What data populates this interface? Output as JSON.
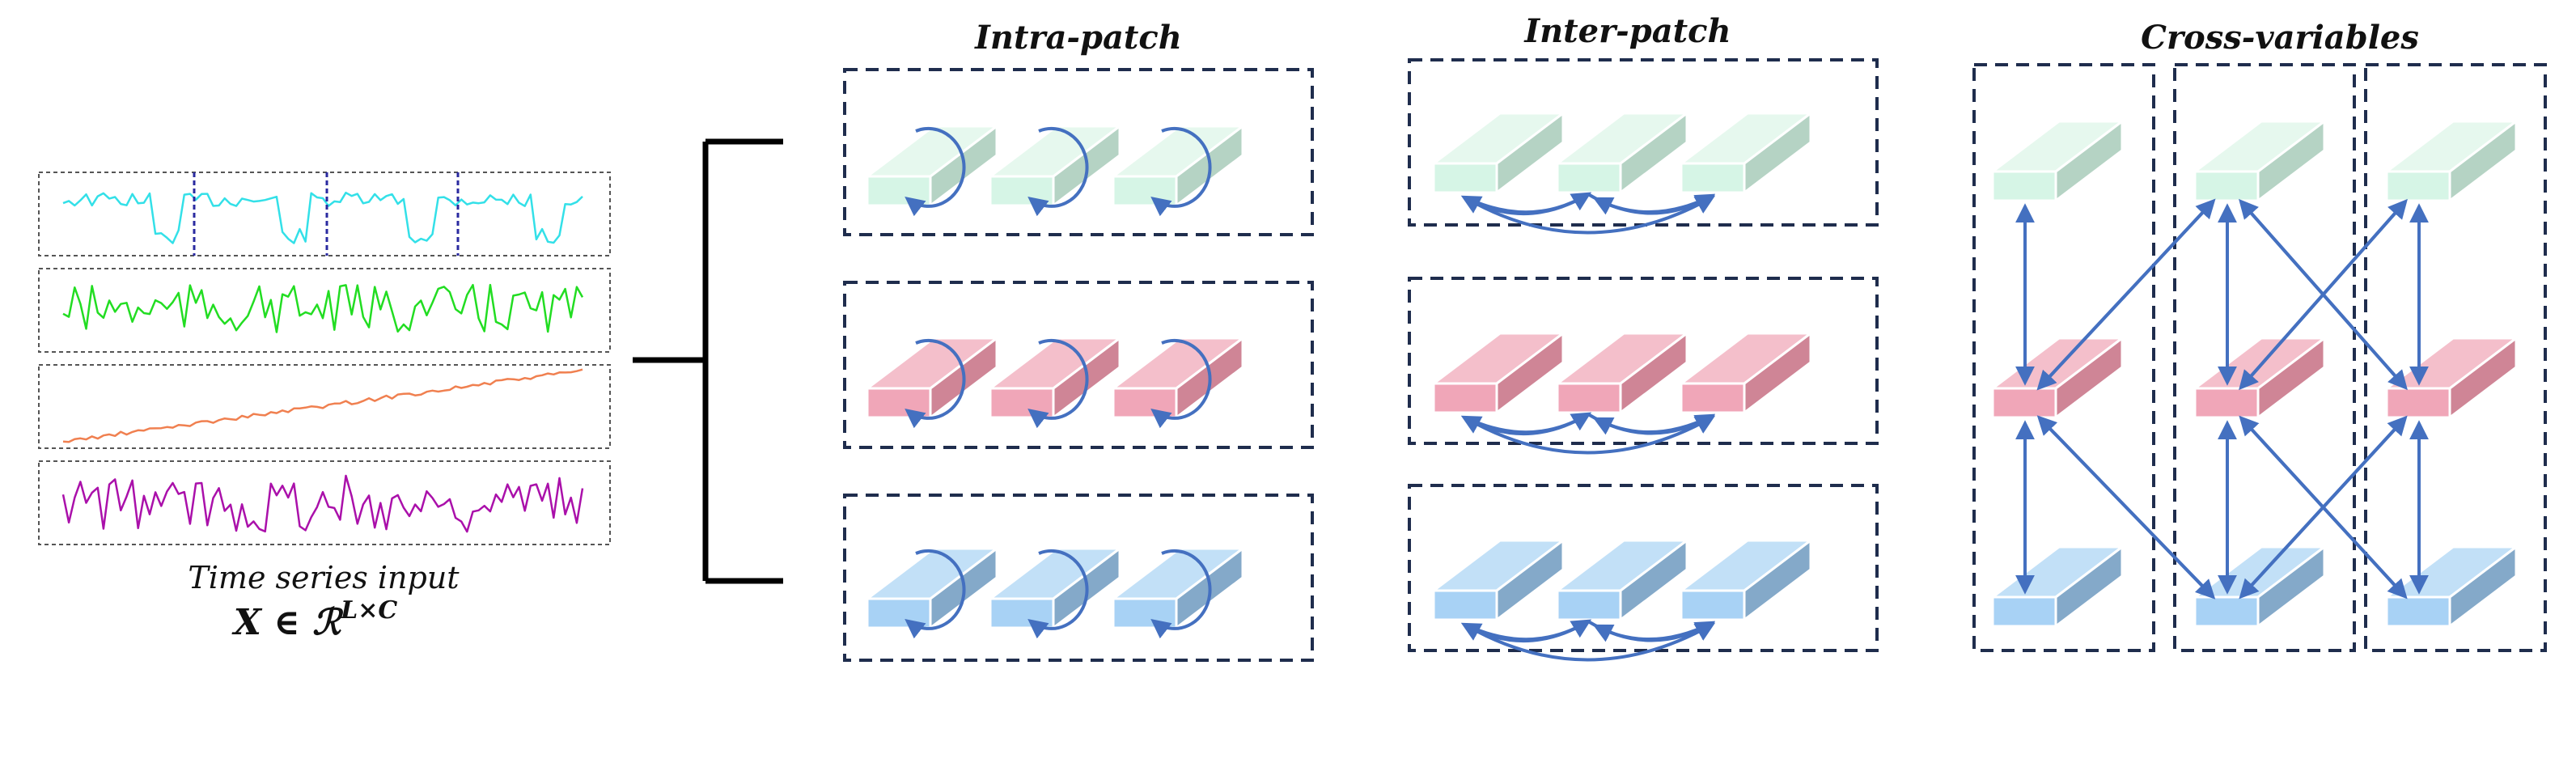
{
  "input": {
    "caption": "Time series input",
    "formula_main": "X ∈ ℛ",
    "formula_sup": "L×C"
  },
  "panels": [
    {
      "id": "intra",
      "title": "Intra-patch"
    },
    {
      "id": "inter",
      "title": "Inter-patch"
    },
    {
      "id": "cross",
      "title": "Cross-variables"
    }
  ],
  "colors": {
    "green": {
      "front": "#d6f5e6",
      "top": "#e6f8ee",
      "side": "#b5d3c4"
    },
    "pink": {
      "front": "#f0a6b8",
      "top": "#f4bfcb",
      "side": "#cf8596"
    },
    "blue": {
      "front": "#a8d2f5",
      "top": "#c2e0f7",
      "side": "#84a9c9"
    },
    "arrow": "#4470c0",
    "box_border": "#1f2d4d",
    "series": [
      "#33e0e8",
      "#22dd22",
      "#f08050",
      "#aa10aa"
    ]
  }
}
